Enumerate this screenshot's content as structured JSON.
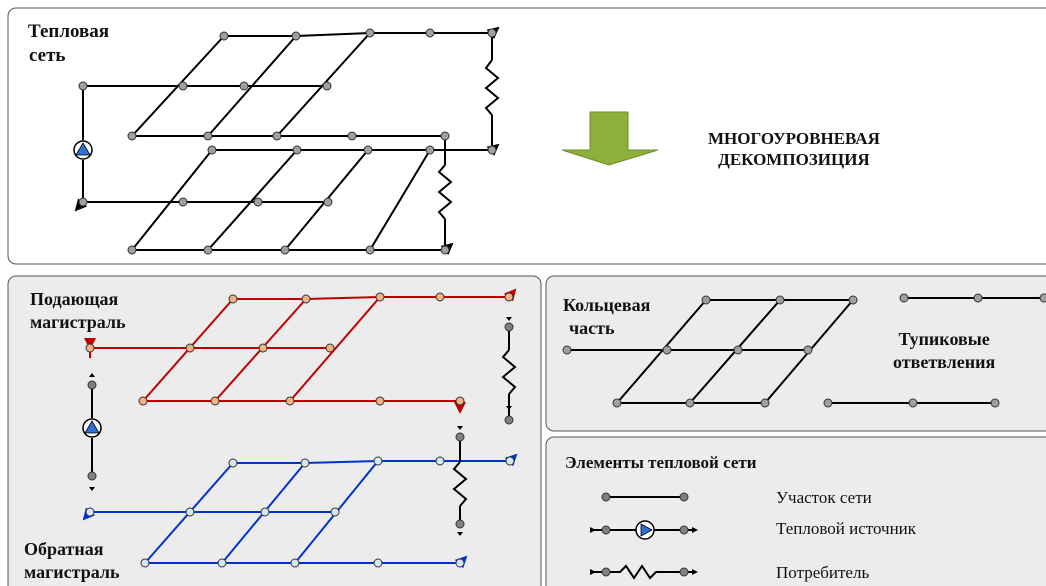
{
  "top_panel": {
    "title_line1": "Тепловая",
    "title_line2": "сеть"
  },
  "decomposition": {
    "line1": "МНОГОУРОВНЕВАЯ",
    "line2": "ДЕКОМПОЗИЦИЯ"
  },
  "supply": {
    "line1": "Подающая",
    "line2": "магистраль"
  },
  "return_main": {
    "line1": "Обратная",
    "line2": "магистраль"
  },
  "ring": {
    "line1": "Кольцевая",
    "line2": "часть"
  },
  "deadend": {
    "line1": "Тупиковые",
    "line2": "ответвления"
  },
  "legend": {
    "title": "Элементы тепловой сети",
    "items": [
      {
        "label": "Участок сети"
      },
      {
        "label": "Тепловой источник"
      },
      {
        "label": "Потребитель"
      }
    ]
  },
  "colors": {
    "supply": "#c00000",
    "supply_node": "#f4b183",
    "return": "#0033cc",
    "return_node": "#d6e8f8",
    "node": "#a0a0a0",
    "arrow_green": "#8db03a",
    "pump": "#2f6fd6",
    "panel_gray": "#ececec"
  }
}
